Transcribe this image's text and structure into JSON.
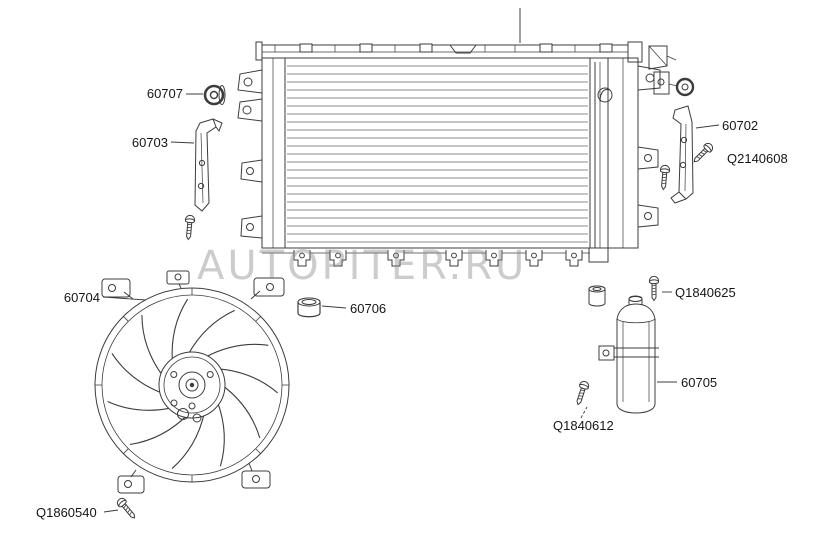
{
  "diagram": {
    "watermark": "AUTOPITER.RU",
    "callouts": [
      {
        "label": "60707"
      },
      {
        "label": "60703"
      },
      {
        "label": "60702"
      },
      {
        "label": "Q2140608"
      },
      {
        "label": "60704"
      },
      {
        "label": "60706"
      },
      {
        "label": "Q1840625"
      },
      {
        "label": "60705"
      },
      {
        "label": "Q1840612"
      },
      {
        "label": "Q1860540"
      }
    ]
  }
}
